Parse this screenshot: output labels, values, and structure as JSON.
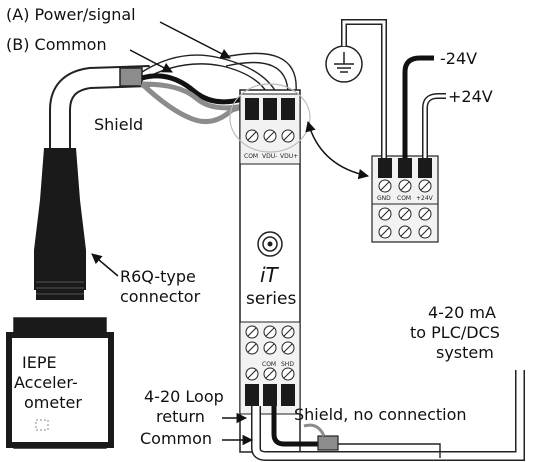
{
  "labels": {
    "power_signal": "(A) Power/signal",
    "common_b": "(B) Common",
    "shield": "Shield",
    "neg24": "-24V",
    "pos24": "+24V",
    "connector_line1": "R6Q-type",
    "connector_line2": "connector",
    "accel_line1": "IEPE",
    "accel_line2": "Acceler-",
    "accel_line3": "ometer",
    "series_top": "iT",
    "series_bottom": "series",
    "ma_line1": "4-20 mA",
    "ma_line2": "to PLC/DCS",
    "ma_line3": "system",
    "loop_line1": "4-20 Loop",
    "loop_line2": "return",
    "common_bottom": "Common",
    "shield_noconn": "Shield, no connection"
  },
  "terminals": {
    "module_top": [
      "COM",
      "VDU-",
      "VDU+"
    ],
    "power_block": [
      "GND",
      "COM",
      "+24V"
    ],
    "module_bottom": [
      "",
      "COM",
      "SHD"
    ]
  },
  "colors": {
    "black_wire": "#111111",
    "gray_wire": "#8c8c8c",
    "outline": "#222222"
  },
  "icons": [
    "ground-icon",
    "bnc-connector-icon",
    "arrow-icon"
  ]
}
